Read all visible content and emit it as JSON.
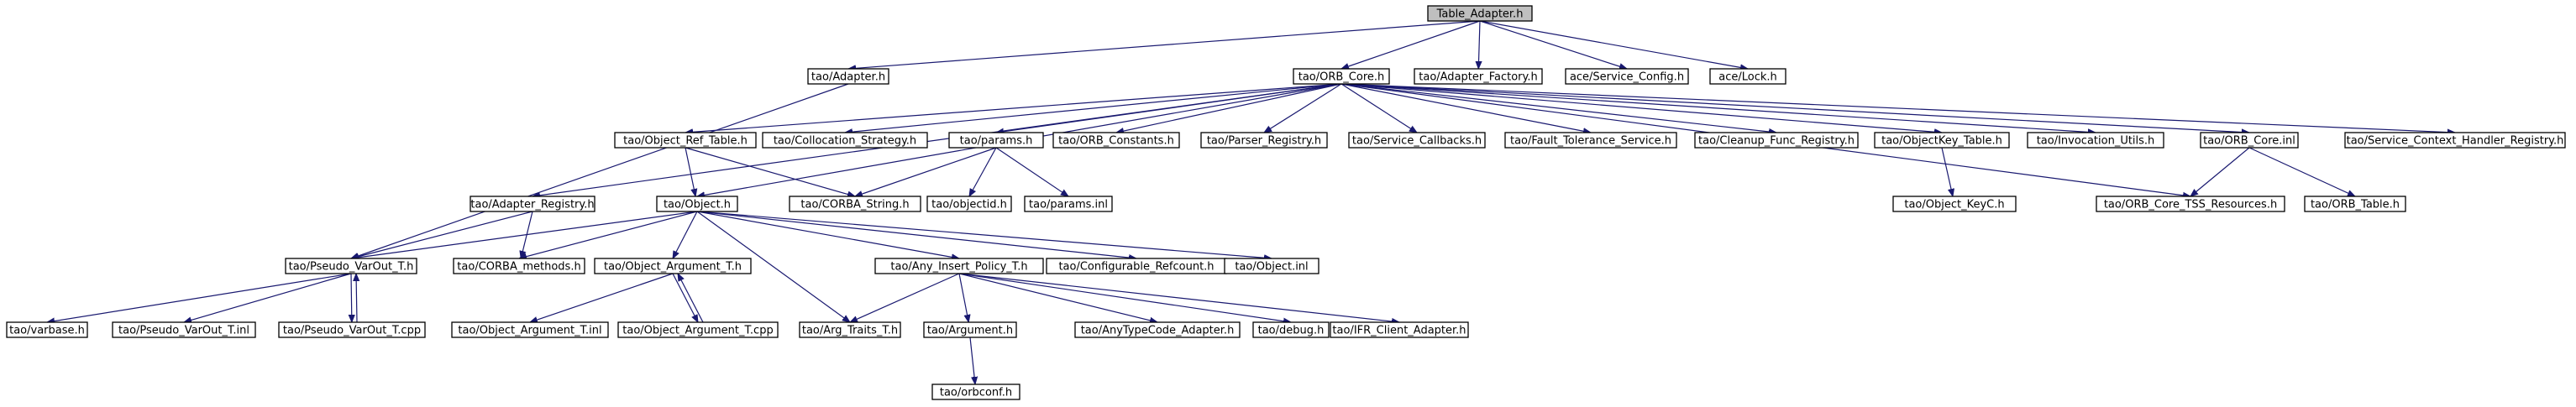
{
  "graph": {
    "nodes": [
      {
        "id": "table_adapter",
        "label": "Table_Adapter.h",
        "root": true
      },
      {
        "id": "adapter",
        "label": "tao/Adapter.h"
      },
      {
        "id": "orb_core",
        "label": "tao/ORB_Core.h"
      },
      {
        "id": "adapter_factory",
        "label": "tao/Adapter_Factory.h"
      },
      {
        "id": "service_config",
        "label": "ace/Service_Config.h"
      },
      {
        "id": "lock",
        "label": "ace/Lock.h"
      },
      {
        "id": "adapter_registry",
        "label": "tao/Adapter_Registry.h"
      },
      {
        "id": "object_ref_table",
        "label": "tao/Object_Ref_Table.h"
      },
      {
        "id": "collocation_strategy",
        "label": "tao/Collocation_Strategy.h"
      },
      {
        "id": "params_h",
        "label": "tao/params.h"
      },
      {
        "id": "orb_constants",
        "label": "tao/ORB_Constants.h"
      },
      {
        "id": "parser_registry",
        "label": "tao/Parser_Registry.h"
      },
      {
        "id": "service_callbacks",
        "label": "tao/Service_Callbacks.h"
      },
      {
        "id": "fault_tolerance",
        "label": "tao/Fault_Tolerance_Service.h"
      },
      {
        "id": "cleanup_func",
        "label": "tao/Cleanup_Func_Registry.h"
      },
      {
        "id": "objectkey_table",
        "label": "tao/ObjectKey_Table.h"
      },
      {
        "id": "invocation_utils",
        "label": "tao/Invocation_Utils.h"
      },
      {
        "id": "orb_core_inl",
        "label": "tao/ORB_Core.inl"
      },
      {
        "id": "service_context",
        "label": "tao/Service_Context_Handler_Registry.h"
      },
      {
        "id": "object_h",
        "label": "tao/Object.h"
      },
      {
        "id": "corba_string",
        "label": "tao/CORBA_String.h"
      },
      {
        "id": "objectid",
        "label": "tao/objectid.h"
      },
      {
        "id": "params_inl",
        "label": "tao/params.inl"
      },
      {
        "id": "object_keyc",
        "label": "tao/Object_KeyC.h"
      },
      {
        "id": "orb_core_tss",
        "label": "tao/ORB_Core_TSS_Resources.h"
      },
      {
        "id": "orb_table",
        "label": "tao/ORB_Table.h"
      },
      {
        "id": "pseudo_varout",
        "label": "tao/Pseudo_VarOut_T.h"
      },
      {
        "id": "corba_methods",
        "label": "tao/CORBA_methods.h"
      },
      {
        "id": "object_argument",
        "label": "tao/Object_Argument_T.h"
      },
      {
        "id": "any_insert",
        "label": "tao/Any_Insert_Policy_T.h"
      },
      {
        "id": "configurable_refcount",
        "label": "tao/Configurable_Refcount.h"
      },
      {
        "id": "object_inl",
        "label": "tao/Object.inl"
      },
      {
        "id": "varbase",
        "label": "tao/varbase.h"
      },
      {
        "id": "pseudo_varout_inl",
        "label": "tao/Pseudo_VarOut_T.inl"
      },
      {
        "id": "pseudo_varout_cpp",
        "label": "tao/Pseudo_VarOut_T.cpp"
      },
      {
        "id": "object_argument_inl",
        "label": "tao/Object_Argument_T.inl"
      },
      {
        "id": "object_argument_cpp",
        "label": "tao/Object_Argument_T.cpp"
      },
      {
        "id": "arg_traits",
        "label": "tao/Arg_Traits_T.h"
      },
      {
        "id": "argument",
        "label": "tao/Argument.h"
      },
      {
        "id": "anytypecode_adapter",
        "label": "tao/AnyTypeCode_Adapter.h"
      },
      {
        "id": "debug",
        "label": "tao/debug.h"
      },
      {
        "id": "ifr_client_adapter",
        "label": "tao/IFR_Client_Adapter.h"
      },
      {
        "id": "orbconf",
        "label": "tao/orbconf.h"
      }
    ],
    "edges": [
      [
        "table_adapter",
        "adapter"
      ],
      [
        "table_adapter",
        "orb_core"
      ],
      [
        "table_adapter",
        "adapter_factory"
      ],
      [
        "table_adapter",
        "service_config"
      ],
      [
        "table_adapter",
        "lock"
      ],
      [
        "adapter",
        "pseudo_varout"
      ],
      [
        "orb_core",
        "adapter_registry"
      ],
      [
        "orb_core",
        "object_h"
      ],
      [
        "orb_core",
        "object_ref_table"
      ],
      [
        "orb_core",
        "collocation_strategy"
      ],
      [
        "orb_core",
        "params_h"
      ],
      [
        "orb_core",
        "orb_constants"
      ],
      [
        "orb_core",
        "parser_registry"
      ],
      [
        "orb_core",
        "service_callbacks"
      ],
      [
        "orb_core",
        "fault_tolerance"
      ],
      [
        "orb_core",
        "cleanup_func"
      ],
      [
        "orb_core",
        "objectkey_table"
      ],
      [
        "orb_core",
        "invocation_utils"
      ],
      [
        "orb_core",
        "orb_core_inl"
      ],
      [
        "orb_core",
        "service_context"
      ],
      [
        "orb_core",
        "orb_core_tss"
      ],
      [
        "adapter_registry",
        "pseudo_varout"
      ],
      [
        "adapter_registry",
        "corba_methods"
      ],
      [
        "object_ref_table",
        "object_h"
      ],
      [
        "object_ref_table",
        "corba_string"
      ],
      [
        "params_h",
        "corba_string"
      ],
      [
        "params_h",
        "objectid"
      ],
      [
        "params_h",
        "params_inl"
      ],
      [
        "objectkey_table",
        "object_keyc"
      ],
      [
        "orb_core_inl",
        "orb_core_tss"
      ],
      [
        "orb_core_inl",
        "orb_table"
      ],
      [
        "object_h",
        "pseudo_varout"
      ],
      [
        "object_h",
        "corba_methods"
      ],
      [
        "object_h",
        "object_argument"
      ],
      [
        "object_h",
        "any_insert"
      ],
      [
        "object_h",
        "configurable_refcount"
      ],
      [
        "object_h",
        "object_inl"
      ],
      [
        "object_h",
        "arg_traits"
      ],
      [
        "pseudo_varout",
        "varbase"
      ],
      [
        "pseudo_varout",
        "pseudo_varout_inl"
      ],
      [
        "pseudo_varout",
        "pseudo_varout_cpp"
      ],
      [
        "pseudo_varout_cpp",
        "pseudo_varout"
      ],
      [
        "object_argument",
        "object_argument_inl"
      ],
      [
        "object_argument",
        "object_argument_cpp"
      ],
      [
        "object_argument_cpp",
        "object_argument"
      ],
      [
        "any_insert",
        "arg_traits"
      ],
      [
        "any_insert",
        "argument"
      ],
      [
        "any_insert",
        "anytypecode_adapter"
      ],
      [
        "any_insert",
        "debug"
      ],
      [
        "any_insert",
        "ifr_client_adapter"
      ],
      [
        "argument",
        "orbconf"
      ]
    ]
  }
}
